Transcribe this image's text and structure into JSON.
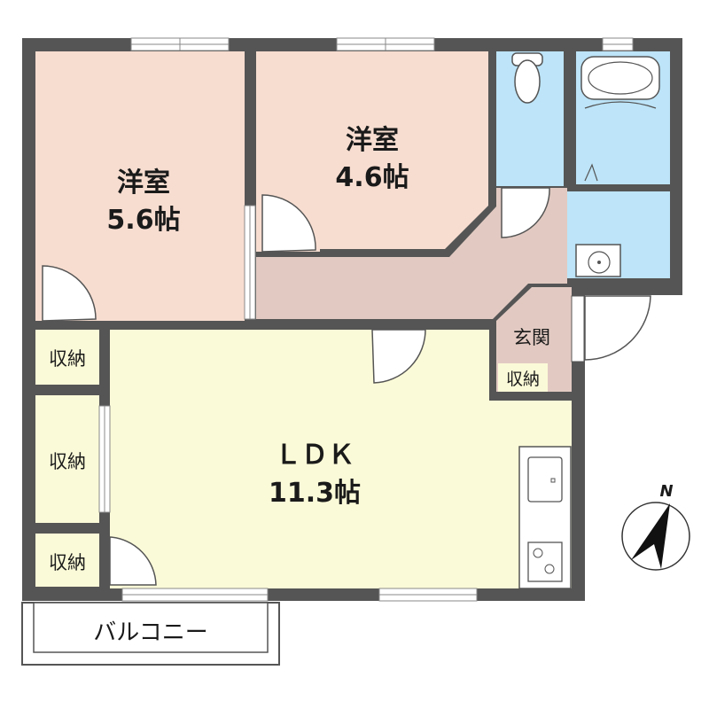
{
  "colors": {
    "wall": "#555555",
    "bedroom": "#f7ddd0",
    "ldk": "#fbfad8",
    "hall": "#e2cac2",
    "wet": "#bde4f8",
    "storage": "#fbfad8",
    "outline": "#555555"
  },
  "rooms": {
    "western_large": {
      "name": "洋室",
      "size": "5.6帖"
    },
    "western_small": {
      "name": "洋室",
      "size": "4.6帖"
    },
    "ldk": {
      "name": "ＬＤＫ",
      "size": "11.3帖"
    },
    "entrance": {
      "name": "玄関"
    },
    "storage_entrance": {
      "name": "収納"
    },
    "storage_1": {
      "name": "収納"
    },
    "storage_2": {
      "name": "収納"
    },
    "storage_3": {
      "name": "収納"
    },
    "balcony": {
      "name": "バルコニー"
    }
  },
  "compass": {
    "label": "N"
  }
}
